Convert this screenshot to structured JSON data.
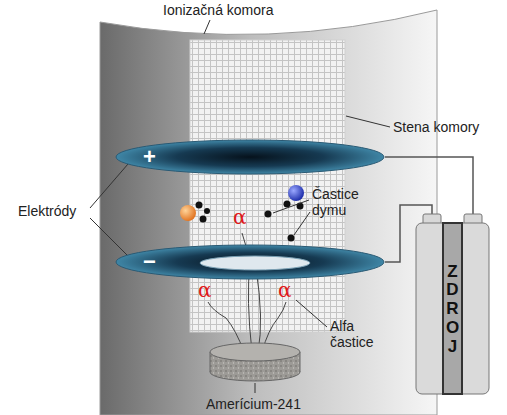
{
  "diagram": {
    "nodes": [
      {
        "text": [
          "+"
        ]
      },
      {
        "text": [
          "−"
        ]
      },
      {
        "text": [
          "ZDROJ"
        ]
      }
    ],
    "edges": [
      {
        "from": 0,
        "to": 2,
        "arrow": "none"
      },
      {
        "from": 1,
        "to": 2,
        "arrow": "none"
      }
    ],
    "labels": [
      "Ionizačná komora",
      "Stena komory",
      "Elektródy",
      "Častice dymu",
      "α",
      "α",
      "α",
      "Alfa častice",
      "Amerícium-241"
    ]
  }
}
